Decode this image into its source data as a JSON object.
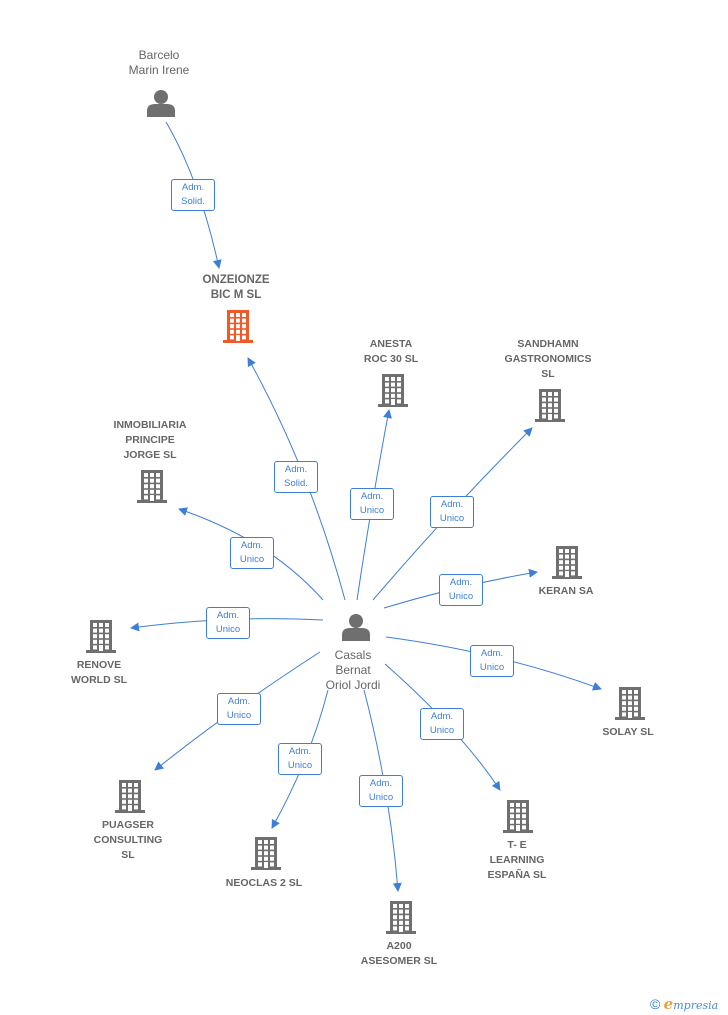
{
  "colors": {
    "edge": "#3d7fd6",
    "building": "#6f6f6f",
    "focus_building": "#f05a28",
    "person": "#6f6f6f",
    "label": "#666666"
  },
  "center_person": {
    "lines": [
      "Casals",
      "Bernat",
      "Oriol Jordi"
    ],
    "icon": "person-icon"
  },
  "top_person": {
    "lines": [
      "Barcelo",
      "Marin Irene"
    ],
    "icon": "person-icon"
  },
  "focus_company": {
    "lines": [
      "ONZEIONZE",
      "BIC M  SL"
    ],
    "icon": "building-icon"
  },
  "companies": [
    {
      "id": "anesta",
      "lines": [
        "ANESTA",
        "ROC 30 SL"
      ]
    },
    {
      "id": "sandhamn",
      "lines": [
        "SANDHAMN",
        "GASTRONOMICS",
        "SL"
      ]
    },
    {
      "id": "inmobiliaria",
      "lines": [
        "INMOBILIARIA",
        "PRINCIPE",
        "JORGE SL"
      ]
    },
    {
      "id": "keran",
      "lines": [
        "KERAN SA"
      ]
    },
    {
      "id": "renove",
      "lines": [
        "RENOVE",
        "WORLD  SL"
      ]
    },
    {
      "id": "solay",
      "lines": [
        "SOLAY SL"
      ]
    },
    {
      "id": "puagser",
      "lines": [
        "PUAGSER",
        "CONSULTING",
        "SL"
      ]
    },
    {
      "id": "neoclas",
      "lines": [
        "NEOCLAS 2 SL"
      ]
    },
    {
      "id": "a200",
      "lines": [
        "A200",
        "ASESOMER  SL"
      ]
    },
    {
      "id": "telearning",
      "lines": [
        "T- E",
        "LEARNING",
        "ESPAÑA  SL"
      ]
    }
  ],
  "relations": [
    {
      "id": "barcelo-onzeionze",
      "lines": [
        "Adm.",
        "Solid."
      ]
    },
    {
      "id": "casals-onzeionze",
      "lines": [
        "Adm.",
        "Solid."
      ]
    },
    {
      "id": "casals-anesta",
      "lines": [
        "Adm.",
        "Unico"
      ]
    },
    {
      "id": "casals-sandhamn",
      "lines": [
        "Adm.",
        "Unico"
      ]
    },
    {
      "id": "casals-inmobiliaria",
      "lines": [
        "Adm.",
        "Unico"
      ]
    },
    {
      "id": "casals-keran",
      "lines": [
        "Adm.",
        "Unico"
      ]
    },
    {
      "id": "casals-renove",
      "lines": [
        "Adm.",
        "Unico"
      ]
    },
    {
      "id": "casals-solay",
      "lines": [
        "Adm.",
        "Unico"
      ]
    },
    {
      "id": "casals-puagser",
      "lines": [
        "Adm.",
        "Unico"
      ]
    },
    {
      "id": "casals-neoclas",
      "lines": [
        "Adm.",
        "Unico"
      ]
    },
    {
      "id": "casals-a200",
      "lines": [
        "Adm.",
        "Unico"
      ]
    },
    {
      "id": "casals-telearning",
      "lines": [
        "Adm.",
        "Unico"
      ]
    }
  ],
  "footer": {
    "copyright": "©",
    "brand_initial": "e",
    "brand_rest": "mpresia"
  }
}
